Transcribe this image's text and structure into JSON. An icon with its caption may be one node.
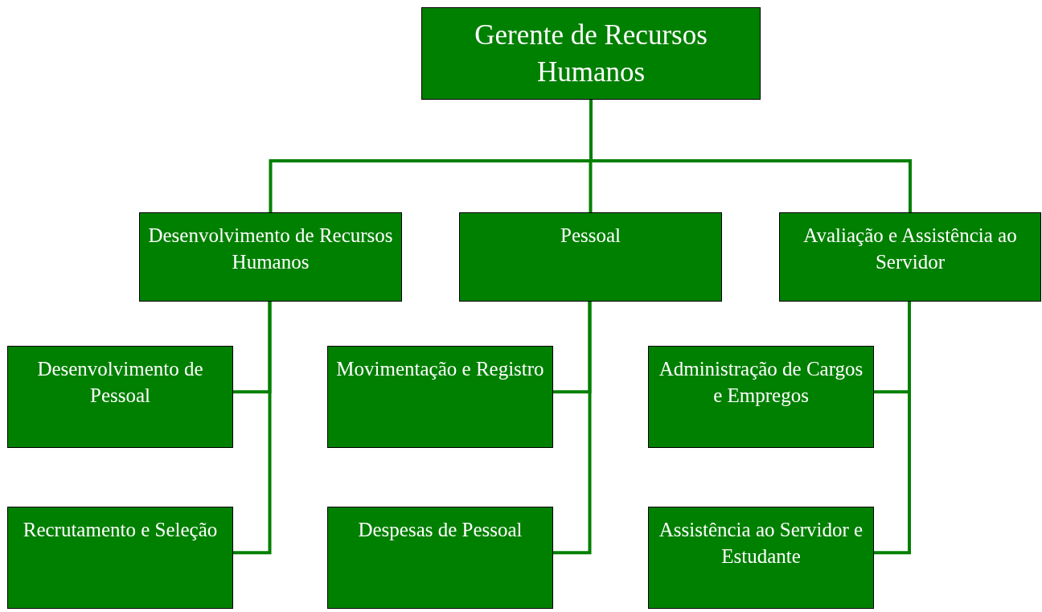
{
  "diagram": {
    "nodes": [
      {
        "text": [
          "Gerente de Recursos Humanos"
        ]
      },
      {
        "text": [
          "Desenvolvimento de Recursos Humanos"
        ]
      },
      {
        "text": [
          "Pessoal"
        ]
      },
      {
        "text": [
          "Avaliação e Assistência ao Servidor"
        ]
      },
      {
        "text": [
          "Desenvolvimento de Pessoal"
        ]
      },
      {
        "text": [
          "Recrutamento e Seleção"
        ]
      },
      {
        "text": [
          "Movimentação e Registro"
        ]
      },
      {
        "text": [
          "Despesas de Pessoal"
        ]
      },
      {
        "text": [
          "Administração de Cargos e Empregos"
        ]
      },
      {
        "text": [
          "Assistência ao Servidor e Estudante"
        ]
      }
    ],
    "edges": [
      {
        "from": 0,
        "to": 1,
        "arrow": "none"
      },
      {
        "from": 0,
        "to": 2,
        "arrow": "none"
      },
      {
        "from": 0,
        "to": 3,
        "arrow": "none"
      },
      {
        "from": 1,
        "to": 4,
        "arrow": "none"
      },
      {
        "from": 1,
        "to": 5,
        "arrow": "none"
      },
      {
        "from": 2,
        "to": 6,
        "arrow": "none"
      },
      {
        "from": 2,
        "to": 7,
        "arrow": "none"
      },
      {
        "from": 3,
        "to": 8,
        "arrow": "none"
      },
      {
        "from": 3,
        "to": 9,
        "arrow": "none"
      }
    ]
  }
}
